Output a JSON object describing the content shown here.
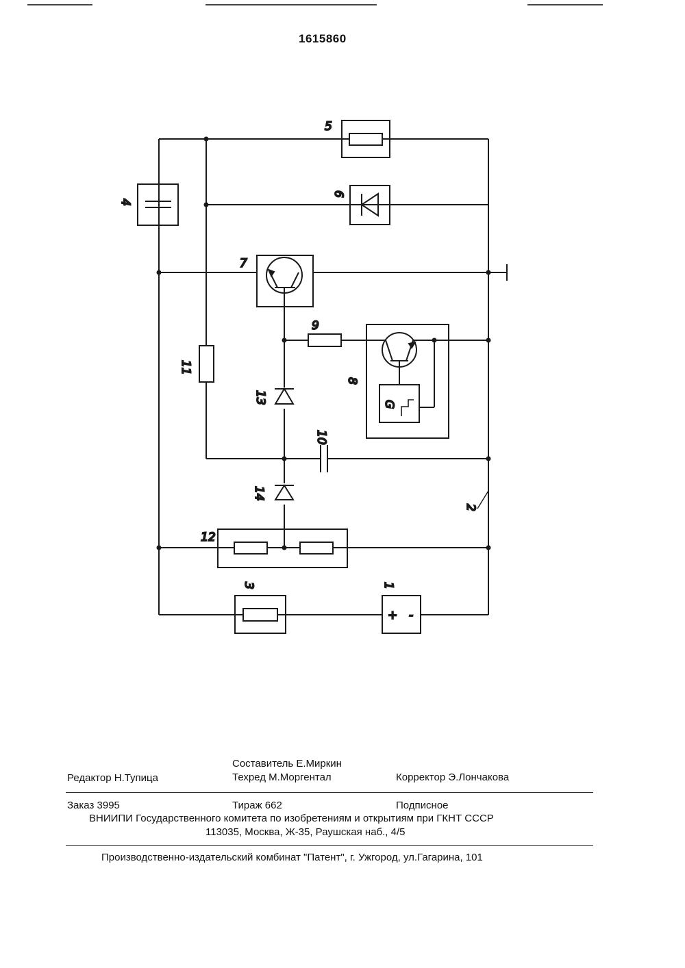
{
  "document_number": "1615860",
  "schematic": {
    "element_labels": [
      "1",
      "2",
      "3",
      "4",
      "5",
      "6",
      "7",
      "8",
      "9",
      "10",
      "11",
      "12",
      "13",
      "14"
    ],
    "battery_plus": "+",
    "battery_minus": "-",
    "generator_symbol": "G"
  },
  "credits": {
    "compiler": "Составитель  Е.Миркин",
    "editor": "Редактор  Н.Тупица",
    "techred": "Техред М.Моргентал",
    "corrector": "Корректор  Э.Лончакова"
  },
  "order_info": {
    "order": "Заказ  3995",
    "circulation": "Тираж  662",
    "subscription": "Подписное",
    "institute": "ВНИИПИ Государственного комитета по изобретениям и открытиям при ГКНТ СССР",
    "address": "113035, Москва, Ж-35, Раушская наб., 4/5",
    "publisher": "Производственно-издательский комбинат \"Патент\", г. Ужгород, ул.Гагарина, 101"
  }
}
